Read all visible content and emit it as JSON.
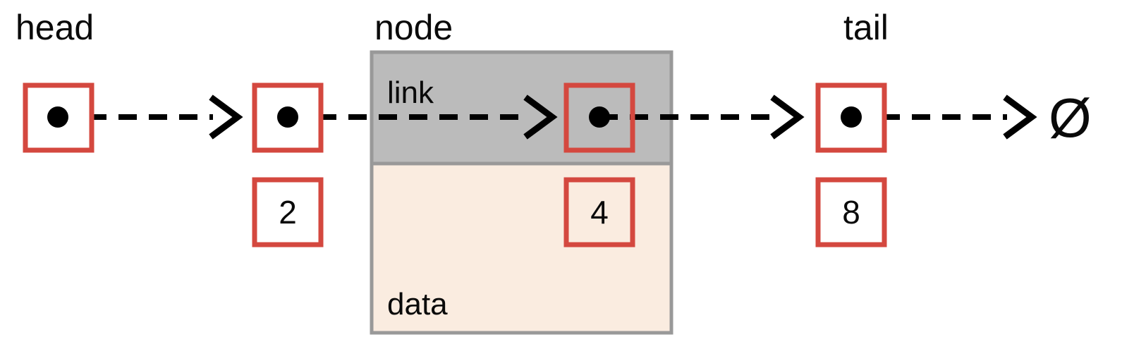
{
  "diagram": {
    "title_labels": {
      "head": "head",
      "node": "node",
      "tail": "tail"
    },
    "node_box": {
      "link_label": "link",
      "data_label": "data",
      "link_fill": "#bbbbbb",
      "data_fill": "#faece0",
      "border": "#999999"
    },
    "colors": {
      "pointer_box_stroke": "#d4483f",
      "line": "#000000",
      "text": "#0a0a0a",
      "background": "#ffffff"
    },
    "cells": [
      {
        "name": "head-pointer",
        "kind": "pointer",
        "value": ""
      },
      {
        "name": "node2-pointer",
        "kind": "pointer",
        "value": ""
      },
      {
        "name": "node2-data",
        "kind": "data",
        "value": "2"
      },
      {
        "name": "node4-pointer",
        "kind": "pointer",
        "value": ""
      },
      {
        "name": "node4-data",
        "kind": "data",
        "value": "4"
      },
      {
        "name": "node8-pointer",
        "kind": "pointer",
        "value": ""
      },
      {
        "name": "node8-data",
        "kind": "data",
        "value": "8"
      }
    ],
    "terminator": "Ø",
    "arrows": [
      {
        "name": "head-to-node2",
        "from": "head-pointer",
        "to": "node2-pointer"
      },
      {
        "name": "node2-to-node4",
        "from": "node2-pointer",
        "to": "node4-pointer"
      },
      {
        "name": "node4-to-node8",
        "from": "node4-pointer",
        "to": "node8-pointer"
      },
      {
        "name": "node8-to-null",
        "from": "node8-pointer",
        "to": "null-terminator"
      }
    ]
  }
}
